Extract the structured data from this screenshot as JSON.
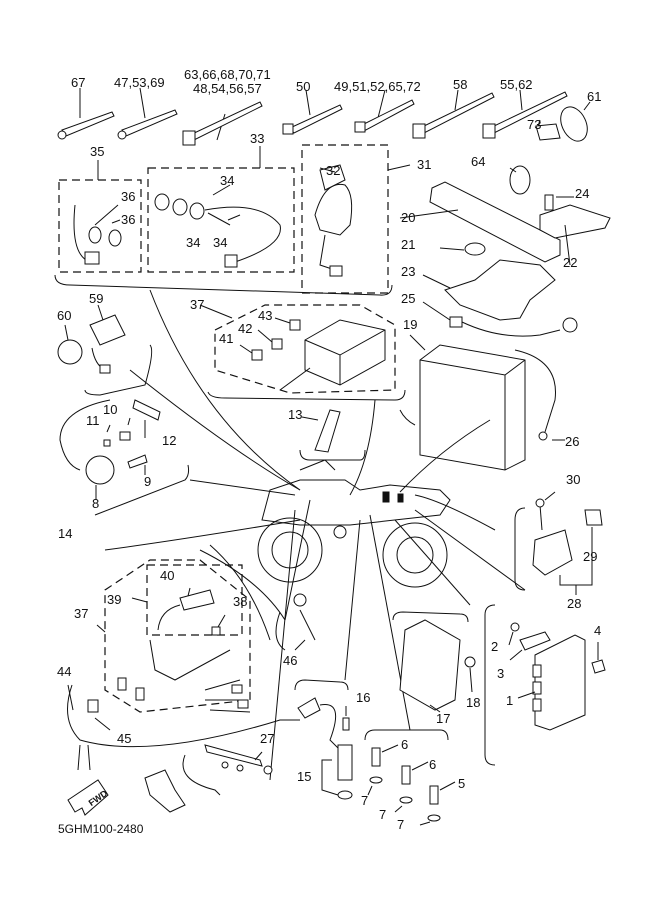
{
  "diagram": {
    "title": "Electrical Parts Exploded View",
    "drawing_code": "5GHM100-2480",
    "direction_marker": "FWD",
    "callouts": [
      {
        "id": "c67",
        "text": "67"
      },
      {
        "id": "c47",
        "text": "47,53,69"
      },
      {
        "id": "c63",
        "text": "63,66,68,70,71"
      },
      {
        "id": "c48",
        "text": "48,54,56,57"
      },
      {
        "id": "c50",
        "text": "50"
      },
      {
        "id": "c49",
        "text": "49,51,52,65,72"
      },
      {
        "id": "c58",
        "text": "58"
      },
      {
        "id": "c55",
        "text": "55,62"
      },
      {
        "id": "c61",
        "text": "61"
      },
      {
        "id": "c73",
        "text": "73"
      },
      {
        "id": "c64",
        "text": "64"
      },
      {
        "id": "c24",
        "text": "24"
      },
      {
        "id": "c35",
        "text": "35"
      },
      {
        "id": "c33",
        "text": "33"
      },
      {
        "id": "c36a",
        "text": "36"
      },
      {
        "id": "c36b",
        "text": "36"
      },
      {
        "id": "c34a",
        "text": "34"
      },
      {
        "id": "c34b",
        "text": "34"
      },
      {
        "id": "c34c",
        "text": "34"
      },
      {
        "id": "c32",
        "text": "32"
      },
      {
        "id": "c31",
        "text": "31"
      },
      {
        "id": "c20",
        "text": "20"
      },
      {
        "id": "c21",
        "text": "21"
      },
      {
        "id": "c22",
        "text": "22"
      },
      {
        "id": "c23",
        "text": "23"
      },
      {
        "id": "c25",
        "text": "25"
      },
      {
        "id": "c19",
        "text": "19"
      },
      {
        "id": "c59",
        "text": "59"
      },
      {
        "id": "c60",
        "text": "60"
      },
      {
        "id": "c37a",
        "text": "37"
      },
      {
        "id": "c43",
        "text": "43"
      },
      {
        "id": "c42",
        "text": "42"
      },
      {
        "id": "c41",
        "text": "41"
      },
      {
        "id": "c10",
        "text": "10"
      },
      {
        "id": "c11",
        "text": "11"
      },
      {
        "id": "c12",
        "text": "12"
      },
      {
        "id": "c13",
        "text": "13"
      },
      {
        "id": "c26",
        "text": "26"
      },
      {
        "id": "c8",
        "text": "8"
      },
      {
        "id": "c9",
        "text": "9"
      },
      {
        "id": "c30",
        "text": "30"
      },
      {
        "id": "c29",
        "text": "29"
      },
      {
        "id": "c28",
        "text": "28"
      },
      {
        "id": "c14",
        "text": "14"
      },
      {
        "id": "c40",
        "text": "40"
      },
      {
        "id": "c39",
        "text": "39"
      },
      {
        "id": "c38",
        "text": "38"
      },
      {
        "id": "c37b",
        "text": "37"
      },
      {
        "id": "c46",
        "text": "46"
      },
      {
        "id": "c2",
        "text": "2"
      },
      {
        "id": "c4",
        "text": "4"
      },
      {
        "id": "c3",
        "text": "3"
      },
      {
        "id": "c1",
        "text": "1"
      },
      {
        "id": "c18",
        "text": "18"
      },
      {
        "id": "c17",
        "text": "17"
      },
      {
        "id": "c16",
        "text": "16"
      },
      {
        "id": "c44",
        "text": "44"
      },
      {
        "id": "c45",
        "text": "45"
      },
      {
        "id": "c27",
        "text": "27"
      },
      {
        "id": "c6a",
        "text": "6"
      },
      {
        "id": "c6b",
        "text": "6"
      },
      {
        "id": "c5",
        "text": "5"
      },
      {
        "id": "c15",
        "text": "15"
      },
      {
        "id": "c7a",
        "text": "7"
      },
      {
        "id": "c7b",
        "text": "7"
      },
      {
        "id": "c7c",
        "text": "7"
      }
    ]
  }
}
